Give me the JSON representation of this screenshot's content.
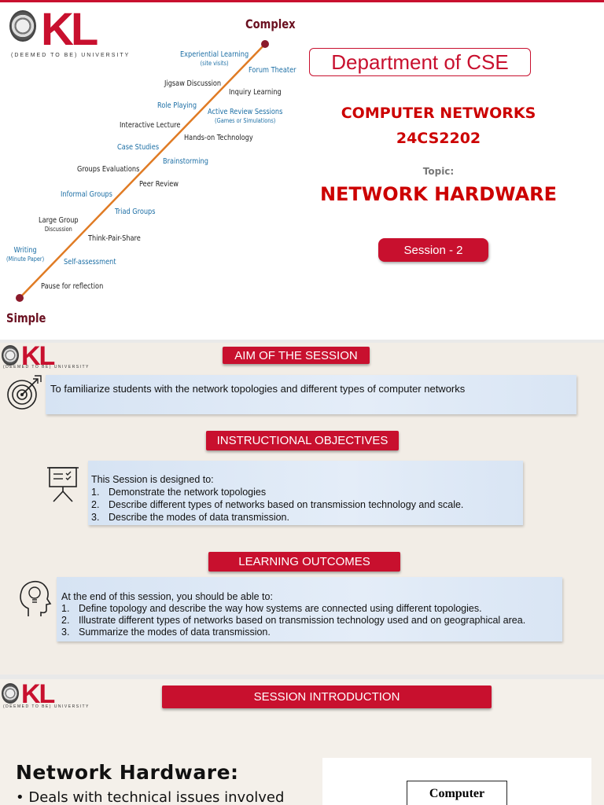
{
  "slide1": {
    "logo": {
      "kl": "KL",
      "university": "(DEEMED TO BE) UNIVERSITY"
    },
    "ladder": {
      "top_label": "Complex",
      "bottom_label": "Simple",
      "items": [
        {
          "text": "Experiential Learning",
          "sub": "(site visits)",
          "color": "blue"
        },
        {
          "text": "Forum Theater",
          "sub": "",
          "color": "blue"
        },
        {
          "text": "Jigsaw Discussion",
          "sub": "",
          "color": "dark"
        },
        {
          "text": "Inquiry Learning",
          "sub": "",
          "color": "dark"
        },
        {
          "text": "Role Playing",
          "sub": "",
          "color": "blue"
        },
        {
          "text": "Active Review Sessions",
          "sub": "(Games or Simulations)",
          "color": "blue"
        },
        {
          "text": "Interactive Lecture",
          "sub": "",
          "color": "dark"
        },
        {
          "text": "Hands-on Technology",
          "sub": "",
          "color": "dark"
        },
        {
          "text": "Case Studies",
          "sub": "",
          "color": "blue"
        },
        {
          "text": "Brainstorming",
          "sub": "",
          "color": "blue"
        },
        {
          "text": "Groups Evaluations",
          "sub": "",
          "color": "dark"
        },
        {
          "text": "Peer Review",
          "sub": "",
          "color": "dark"
        },
        {
          "text": "Informal Groups",
          "sub": "",
          "color": "blue"
        },
        {
          "text": "Triad Groups",
          "sub": "",
          "color": "blue"
        },
        {
          "text": "Large Group",
          "sub": "Discussion",
          "color": "dark"
        },
        {
          "text": "Think-Pair-Share",
          "sub": "",
          "color": "dark"
        },
        {
          "text": "Writing",
          "sub": "(Minute Paper)",
          "color": "blue"
        },
        {
          "text": "Self-assessment",
          "sub": "",
          "color": "blue"
        },
        {
          "text": "Pause for reflection",
          "sub": "",
          "color": "dark"
        }
      ]
    },
    "department": "Department of CSE",
    "course_name": "COMPUTER NETWORKS",
    "course_code": "24CS2202",
    "topic_label": "Topic:",
    "topic": "NETWORK HARDWARE",
    "session": "Session - 2"
  },
  "slide2": {
    "logo": {
      "kl": "KL",
      "university": "(DEEMED TO BE) UNIVERSITY"
    },
    "aim_title": "AIM OF THE SESSION",
    "aim_text": "To familiarize students with the network topologies and different types of computer networks",
    "objectives_title": "INSTRUCTIONAL OBJECTIVES",
    "objectives_intro": "This Session is designed to:",
    "objectives": [
      {
        "n": "1.",
        "text": "Demonstrate the network topologies"
      },
      {
        "n": "2.",
        "text": "Describe different types of networks based on transmission technology and scale."
      },
      {
        "n": "3.",
        "text": "Describe the modes of data transmission."
      }
    ],
    "outcomes_title": "LEARNING OUTCOMES",
    "outcomes_intro": "At the end of this session, you should be able to:",
    "outcomes": [
      {
        "n": "1.",
        "text": "Define topology and describe the way how systems are connected using different topologies."
      },
      {
        "n": "2.",
        "text": "Illustrate different types of networks based on transmission technology used and on geographical area."
      },
      {
        "n": "3.",
        "text": "Summarize the modes of data transmission."
      }
    ]
  },
  "slide3": {
    "logo": {
      "kl": "KL",
      "university": "(DEEMED TO BE) UNIVERSITY"
    },
    "banner": "SESSION INTRODUCTION",
    "heading": "Network Hardware:",
    "bullet": "• Deals with technical issues involved",
    "diagram_label": "Computer"
  },
  "colors": {
    "brand_red": "#c8102e",
    "ladder_line": "#e07b24",
    "ladder_dot": "#8b1a2b",
    "link_blue": "#1d6fa5"
  },
  "icons": [
    "target-icon",
    "presentation-board-icon",
    "head-lightbulb-icon"
  ]
}
